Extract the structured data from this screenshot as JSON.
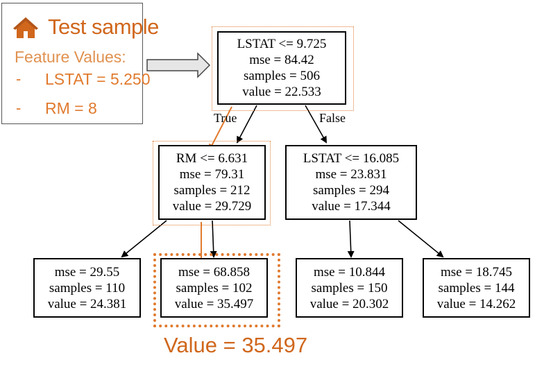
{
  "test_sample": {
    "title": "Test sample",
    "subtitle": "Feature Values:",
    "features": [
      {
        "dash": "-",
        "text": "LSTAT = 5.250"
      },
      {
        "dash": "-",
        "text": "RM = 8"
      }
    ],
    "icon": "home-icon"
  },
  "tree": {
    "root": {
      "lines": [
        "LSTAT <= 9.725",
        "mse = 84.42",
        "samples = 506",
        "value = 22.533"
      ]
    },
    "left": {
      "lines": [
        "RM <= 6.631",
        "mse = 79.31",
        "samples = 212",
        "value = 29.729"
      ]
    },
    "right": {
      "lines": [
        "LSTAT <= 16.085",
        "mse = 23.831",
        "samples = 294",
        "value = 17.344"
      ]
    },
    "leaf1": {
      "lines": [
        "mse = 29.55",
        "samples = 110",
        "value = 24.381"
      ]
    },
    "leaf2": {
      "lines": [
        "mse = 68.858",
        "samples = 102",
        "value = 35.497"
      ]
    },
    "leaf3": {
      "lines": [
        "mse = 10.844",
        "samples = 150",
        "value = 20.302"
      ]
    },
    "leaf4": {
      "lines": [
        "mse = 18.745",
        "samples = 144",
        "value = 14.262"
      ]
    },
    "edge_true": "True",
    "edge_false": "False"
  },
  "result": {
    "label": "Value = 35.497"
  },
  "colors": {
    "highlight": "#e07a2e",
    "text_orange": "#d0671c",
    "node_border": "#000000"
  }
}
